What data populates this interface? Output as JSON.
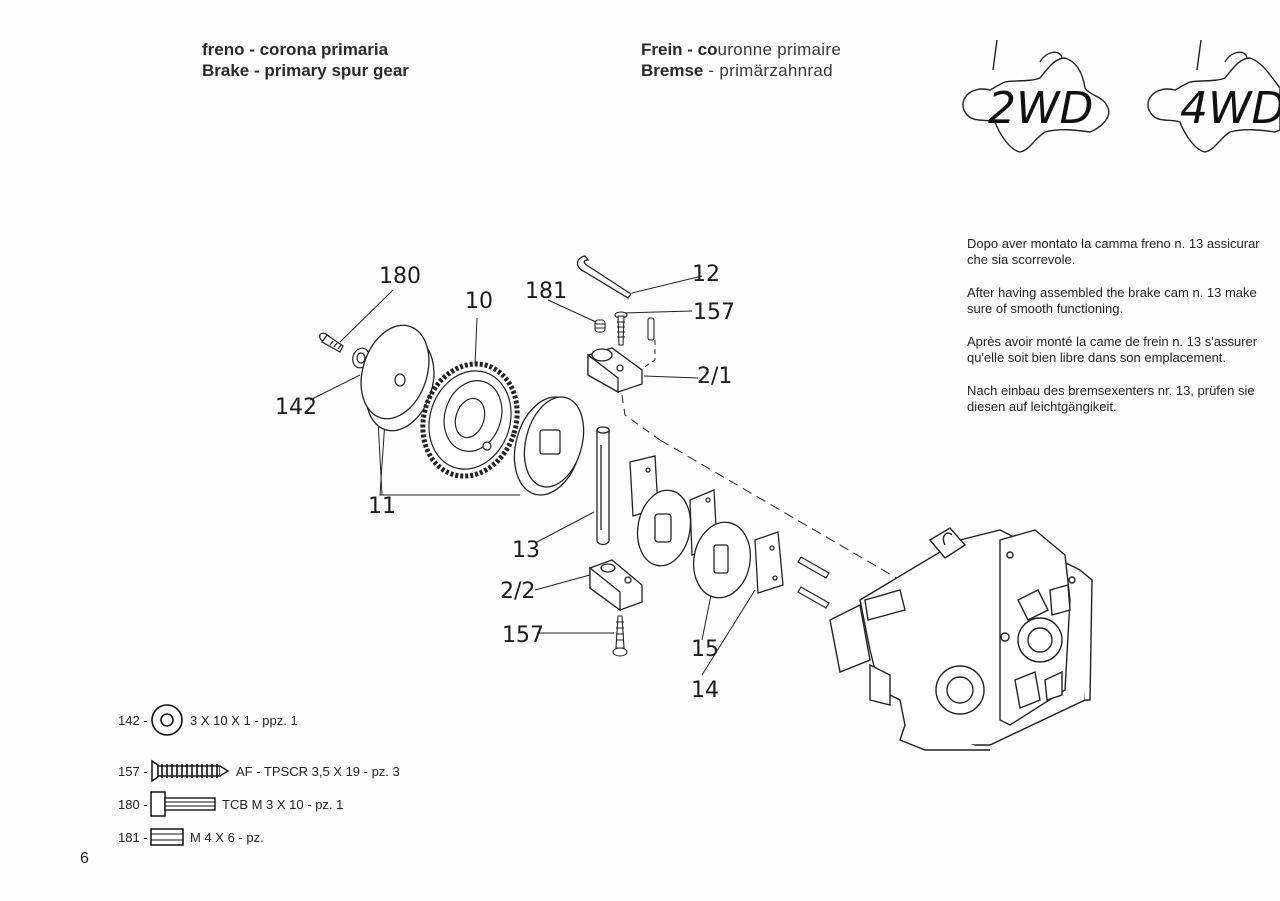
{
  "header": {
    "left_line1": "freno - corona primaria",
    "left_line2": "Brake - primary spur gear",
    "right_line1_bold": "Frein - co",
    "right_line1_light": "uronne primaire",
    "right_line2_bold": "Bremse",
    "right_line2_light": " - primärzahnrad"
  },
  "badges": {
    "badge_2wd": "2WD",
    "badge_4wd": "4WD"
  },
  "notes": [
    "Dopo aver montato la camma freno n. 13 assicurar|che sia scorrevole.",
    "After having assembled the brake cam n. 13 make|sure of smooth functioning.",
    "Après avoir monté la came de frein n. 13 s'assurer|qu'elle soit bien libre dans son emplacement.",
    "Nach einbau des bremsexenters nr. 13, prüfen sie|diesen auf leichtgängikeit."
  ],
  "notes_lines": [
    [
      "Dopo aver montato la camma freno n. 13 assicurar",
      "che sia scorrevole."
    ],
    [
      "After having assembled the brake cam n. 13 make",
      "sure of smooth functioning."
    ],
    [
      "Après avoir monté la came de frein n. 13 s'assurer",
      "qu'elle soit bien libre dans son emplacement."
    ],
    [
      "Nach einbau des bremsexenters nr. 13, prüfen sie",
      "diesen auf leichtgängikeit."
    ]
  ],
  "callouts": {
    "c180": "180",
    "c10": "10",
    "c181": "181",
    "c12": "12",
    "c157a": "157",
    "c2_1": "2/1",
    "c142": "142",
    "c11": "11",
    "c13": "13",
    "c2_2": "2/2",
    "c157b": "157",
    "c15": "15",
    "c14": "14"
  },
  "legend": [
    {
      "num": "142 -",
      "text": "3 X 10 X 1 - ppz. 1",
      "icon": "washer-icon"
    },
    {
      "num": "157 -",
      "text": "AF - TPSCR  3,5 X 19 - pz. 3",
      "icon": "self-tapping-screw-icon"
    },
    {
      "num": "180 -",
      "text": "TCB M 3 X 10 - pz. 1",
      "icon": "cap-screw-icon"
    },
    {
      "num": "181 -",
      "text": "M 4 X 6 - pz.",
      "icon": "grub-screw-icon"
    }
  ],
  "page_number": "6"
}
